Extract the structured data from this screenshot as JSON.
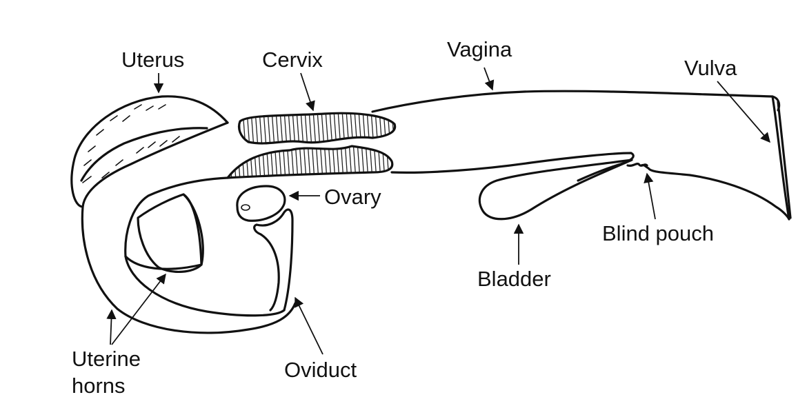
{
  "labels": {
    "uterus": "Uterus",
    "cervix": "Cervix",
    "vagina": "Vagina",
    "vulva": "Vulva",
    "ovary": "Ovary",
    "blind_pouch": "Blind pouch",
    "bladder": "Bladder",
    "uterine_horns_line1": "Uterine",
    "uterine_horns_line2": "horns",
    "oviduct": "Oviduct"
  },
  "colors": {
    "line": "#111111",
    "background": "#ffffff"
  }
}
